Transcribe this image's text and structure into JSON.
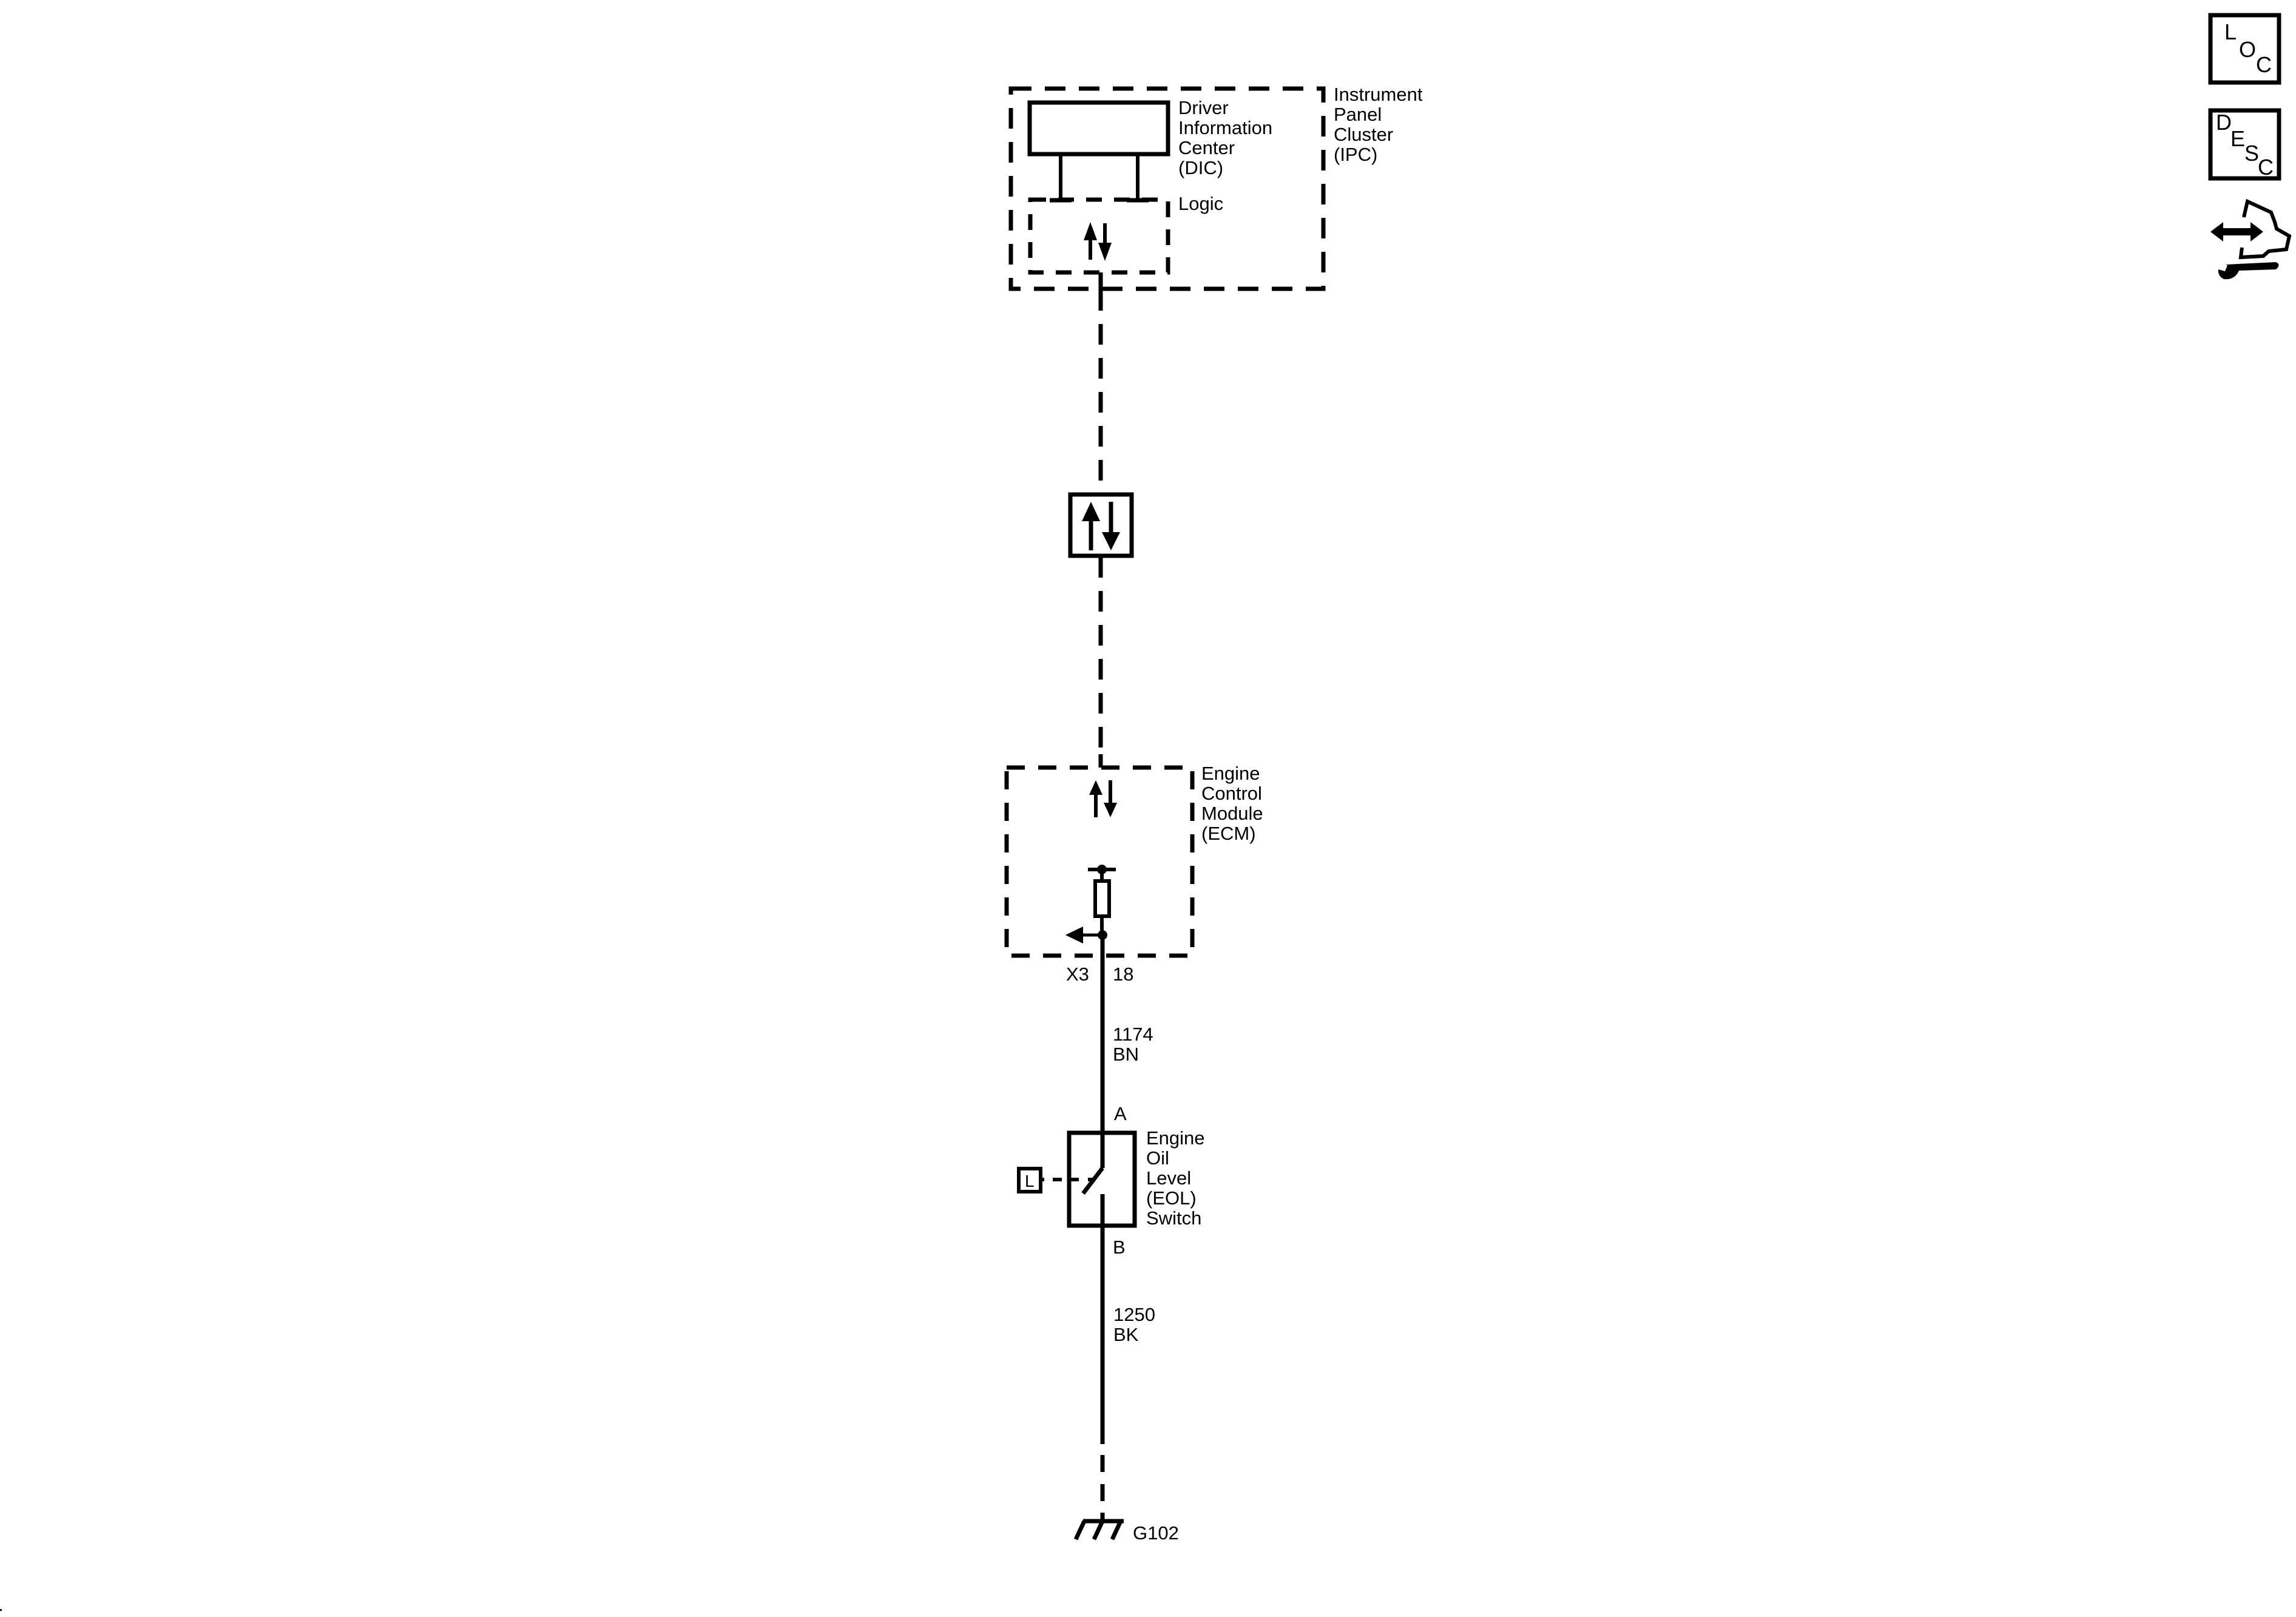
{
  "diagram": {
    "ipc": {
      "label_lines": [
        "Instrument",
        "Panel",
        "Cluster",
        "(IPC)"
      ]
    },
    "dic": {
      "label_lines": [
        "Driver",
        "Information",
        "Center",
        "(DIC)"
      ]
    },
    "logic": {
      "label": "Logic"
    },
    "ecm": {
      "label_lines": [
        "Engine",
        "Control",
        "Module",
        "(ECM)"
      ],
      "connector": "X3",
      "pin": "18"
    },
    "wire_ecm_switch": {
      "circuit": "1174",
      "color": "BN"
    },
    "eol_switch": {
      "label_lines": [
        "Engine",
        "Oil",
        "Level",
        "(EOL)",
        "Switch"
      ],
      "terminal_top": "A",
      "terminal_bottom": "B",
      "location_tag": "L"
    },
    "wire_switch_ground": {
      "circuit": "1250",
      "color": "BK"
    },
    "ground": {
      "label": "G102"
    }
  },
  "side_icons": {
    "loc": {
      "letters": [
        "L",
        "O",
        "C"
      ],
      "icon": "location-icon"
    },
    "desc": {
      "letters": [
        "D",
        "E",
        "S",
        "C"
      ],
      "icon": "description-icon"
    },
    "repair": {
      "icon": "connector-repair-icon"
    }
  }
}
